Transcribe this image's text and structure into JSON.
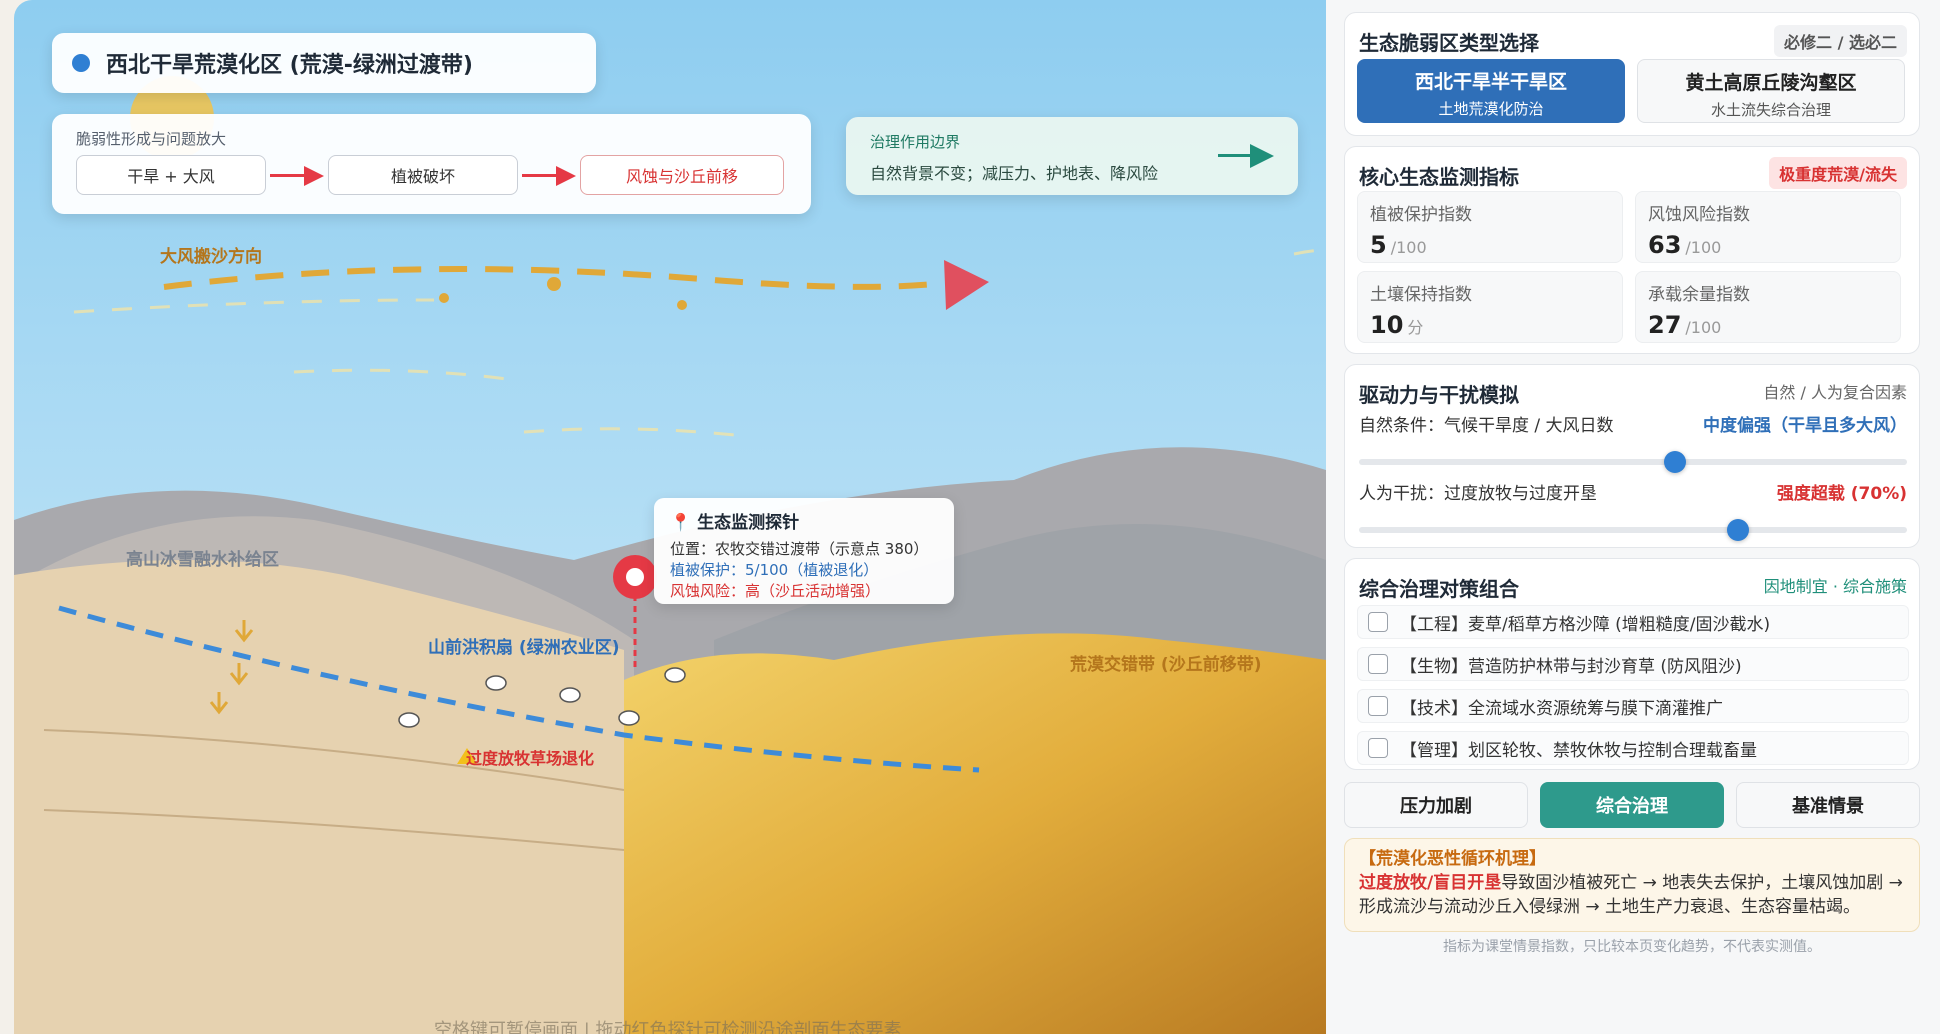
{
  "scene": {
    "region_title": "西北干旱荒漠化区 (荒漠-绿洲过渡带)",
    "flow": {
      "caption": "脆弱性形成与问题放大",
      "steps": [
        "干旱 + 大风",
        "植被破坏",
        "风蚀与沙丘前移"
      ]
    },
    "boundary": {
      "title": "治理作用边界",
      "desc": "自然背景不变；减压力、护地表、降风险"
    },
    "labels": {
      "wind": "大风搬沙方向",
      "snow": "高山冰雪融水补给区",
      "oasis": "山前洪积扇 (绿洲农业区)",
      "desert": "荒漠交错带 (沙丘前移带)",
      "overgraze": "过度放牧草场退化"
    },
    "probe": {
      "title": "生态监测探针",
      "location": "位置：农牧交错过渡带（示意点 380）",
      "veg": "植被保护：5/100（植被退化）",
      "risk": "风蚀风险：高（沙丘活动增强）"
    },
    "hint": "空格键可暂停画面 | 拖动红色探针可检测沿途剖面生态要素",
    "colors": {
      "sky": "#8ecdf0",
      "sand": "#e7b84a",
      "oasis_soil": "#e6d2b0",
      "wind": "#e0a838",
      "water": "#3d8bd9",
      "accent_red": "#e53945"
    }
  },
  "panel": {
    "type_select": {
      "title": "生态脆弱区类型选择",
      "badge": "必修二 / 选必二",
      "options": [
        {
          "name": "西北干旱半干旱区",
          "sub": "土地荒漠化防治",
          "active": true
        },
        {
          "name": "黄土高原丘陵沟壑区",
          "sub": "水土流失综合治理",
          "active": false
        }
      ]
    },
    "metrics": {
      "title": "核心生态监测指标",
      "badge": "极重度荒漠/流失",
      "items": [
        {
          "name": "植被保护指数",
          "value": "5",
          "unit": "/100"
        },
        {
          "name": "风蚀风险指数",
          "value": "63",
          "unit": "/100"
        },
        {
          "name": "土壤保持指数",
          "value": "10",
          "unit": "分"
        },
        {
          "name": "承载余量指数",
          "value": "27",
          "unit": "/100"
        }
      ]
    },
    "drivers": {
      "title": "驱动力与干扰模拟",
      "note": "自然 / 人为复合因素",
      "natural_label": "自然条件：气候干旱度 / 大风日数",
      "natural_value": "中度偏强（干旱且多大风）",
      "natural_level": 0.58,
      "human_label": "人为干扰：过度放牧与过度开垦",
      "human_value": "强度超载 (70%)",
      "human_level": 0.7
    },
    "policy": {
      "title": "综合治理对策组合",
      "note": "因地制宜 · 综合施策",
      "items": [
        "【工程】麦草/稻草方格沙障 (增粗糙度/固沙截水)",
        "【生物】营造防护林带与封沙育草 (防风阻沙)",
        "【技术】全流域水资源统筹与膜下滴灌推广",
        "【管理】划区轮牧、禁牧休牧与控制合理载畜量"
      ]
    },
    "actions": [
      "压力加剧",
      "综合治理",
      "基准情景"
    ],
    "mechanism": {
      "title": "【荒漠化恶性循环机理】",
      "highlight": "过度放牧/盲目开垦",
      "text": "导致固沙植被死亡 → 地表失去保护，土壤风蚀加剧 → 形成流沙与流动沙丘入侵绿洲 → 土地生产力衰退、生态容量枯竭。"
    },
    "footnote": "指标为课堂情景指数，只比较本页变化趋势，不代表实测值。"
  }
}
